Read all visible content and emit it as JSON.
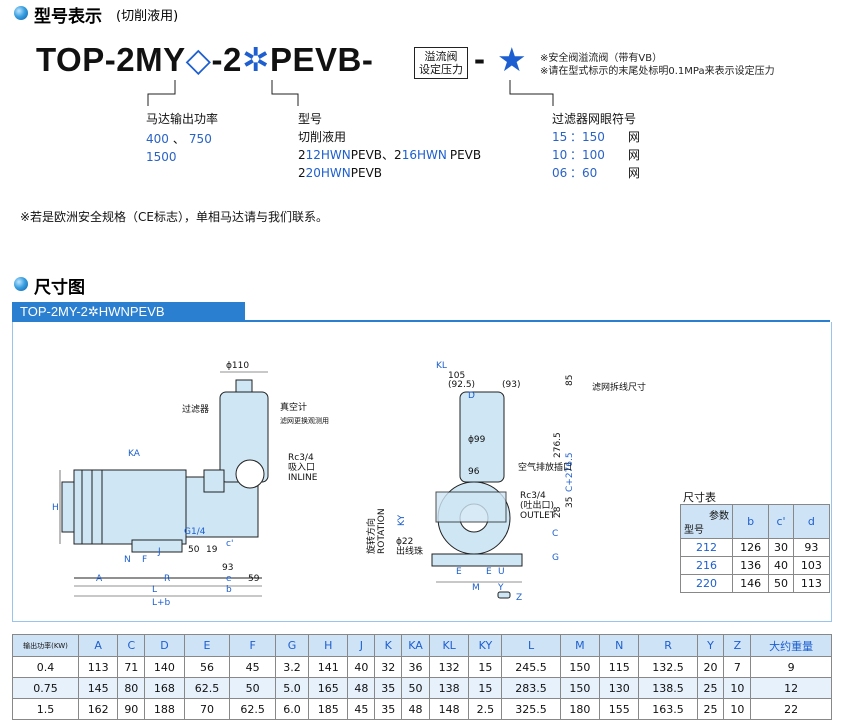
{
  "section1": {
    "title": "型号表示",
    "subtitle": "(切削液用)"
  },
  "model": {
    "part1": "TOP-2MY",
    "diamond": "◇",
    "part2": "-2",
    "star": "✲",
    "part3": "PEVB-",
    "dash": "-",
    "star2": "★"
  },
  "valvebox": {
    "line1": "溢流阀",
    "line2": "设定压力"
  },
  "notes": [
    "※安全阀溢流阀（带有VB）",
    "※请在型式标示的末尾处标明0.1MPa来表示设定压力"
  ],
  "motor": {
    "label": "马达输出功率",
    "v1": "400",
    "sep": "、",
    "v2": "750",
    "v3": "1500"
  },
  "type": {
    "label": "型号",
    "sub": "切削液用",
    "r1a": "2",
    "r1b": "12HWN",
    "r1c": "PEVB、2",
    "r1d": "16HWN",
    "r1e": "PEVB",
    "r2a": "2",
    "r2b": "20HWN",
    "r2c": "PEVB"
  },
  "mesh": {
    "label": "过滤器网眼符号",
    "rows": [
      {
        "code": "15",
        "val": "150",
        "unit": "网"
      },
      {
        "code": "10",
        "val": "100",
        "unit": "网"
      },
      {
        "code": "06",
        "val": "60",
        "unit": "网"
      }
    ],
    "sep": "："
  },
  "ce_note": "※若是欧洲安全规格（CE标志），单相马达请与我们联系。",
  "section2": {
    "title": "尺寸图"
  },
  "bar_label": "TOP-2MY-2✲HWNPEVB",
  "drawing": {
    "filter": "过滤器",
    "vacuum": "真空计",
    "vacuum_sub": "滤网更换观测用",
    "rc": "Rc3/4",
    "inlet1": "吸入口",
    "inlet2": "INLINE",
    "phi110": "ϕ110",
    "ka": "KA",
    "h": "H",
    "g14": "G1/4",
    "d50": "50",
    "d19": "19",
    "c_prime": "c'",
    "n": "N",
    "f": "F",
    "j": "J",
    "d93": "93",
    "e": "e",
    "d59": "59",
    "a": "A",
    "r": "R",
    "l": "L",
    "b": "b",
    "lb": "L+b",
    "kl": "KL",
    "d105": "105",
    "d92": "(92.5)",
    "d93b": "(93)",
    "d": "D",
    "d85": "85",
    "mesh_note": "滤网拆线尺寸",
    "phi99": "ϕ99",
    "d96": "96",
    "d2765": "276.5",
    "cp2765": "C+276.5",
    "air": "空气排放插口",
    "rc2": "Rc3/4",
    "out1": "(吐出口)",
    "out2": "OUTLET",
    "d28": "28",
    "d35": "35",
    "rot1": "旋转方向",
    "rot2": "ROTATION",
    "ky": "KY",
    "phi22": "ϕ22",
    "ball": "出线珠",
    "c": "C",
    "g": "G",
    "e2": "E",
    "eu": "E",
    "u": "U",
    "m": "M",
    "y": "Y",
    "z": "Z"
  },
  "size_table": {
    "title": "尺寸表",
    "h1": "参数",
    "h2": "型号",
    "cols": [
      "b",
      "c'",
      "d"
    ],
    "rows": [
      [
        "212",
        "126",
        "30",
        "93"
      ],
      [
        "216",
        "136",
        "40",
        "103"
      ],
      [
        "220",
        "146",
        "50",
        "113"
      ]
    ]
  },
  "dim_table": {
    "headers": [
      "输出功率(KW)",
      "A",
      "C",
      "D",
      "E",
      "F",
      "G",
      "H",
      "J",
      "K",
      "KA",
      "KL",
      "KY",
      "L",
      "M",
      "N",
      "R",
      "Y",
      "Z",
      "大约重量"
    ],
    "rows": [
      [
        "0.4",
        "113",
        "71",
        "140",
        "56",
        "45",
        "3.2",
        "141",
        "40",
        "32",
        "36",
        "132",
        "15",
        "245.5",
        "150",
        "115",
        "132.5",
        "20",
        "7",
        "9"
      ],
      [
        "0.75",
        "145",
        "80",
        "168",
        "62.5",
        "50",
        "5.0",
        "165",
        "48",
        "35",
        "50",
        "138",
        "15",
        "283.5",
        "150",
        "130",
        "138.5",
        "25",
        "10",
        "12"
      ],
      [
        "1.5",
        "162",
        "90",
        "188",
        "70",
        "62.5",
        "6.0",
        "185",
        "45",
        "35",
        "48",
        "148",
        "2.5",
        "325.5",
        "180",
        "155",
        "163.5",
        "25",
        "10",
        "22"
      ]
    ]
  }
}
